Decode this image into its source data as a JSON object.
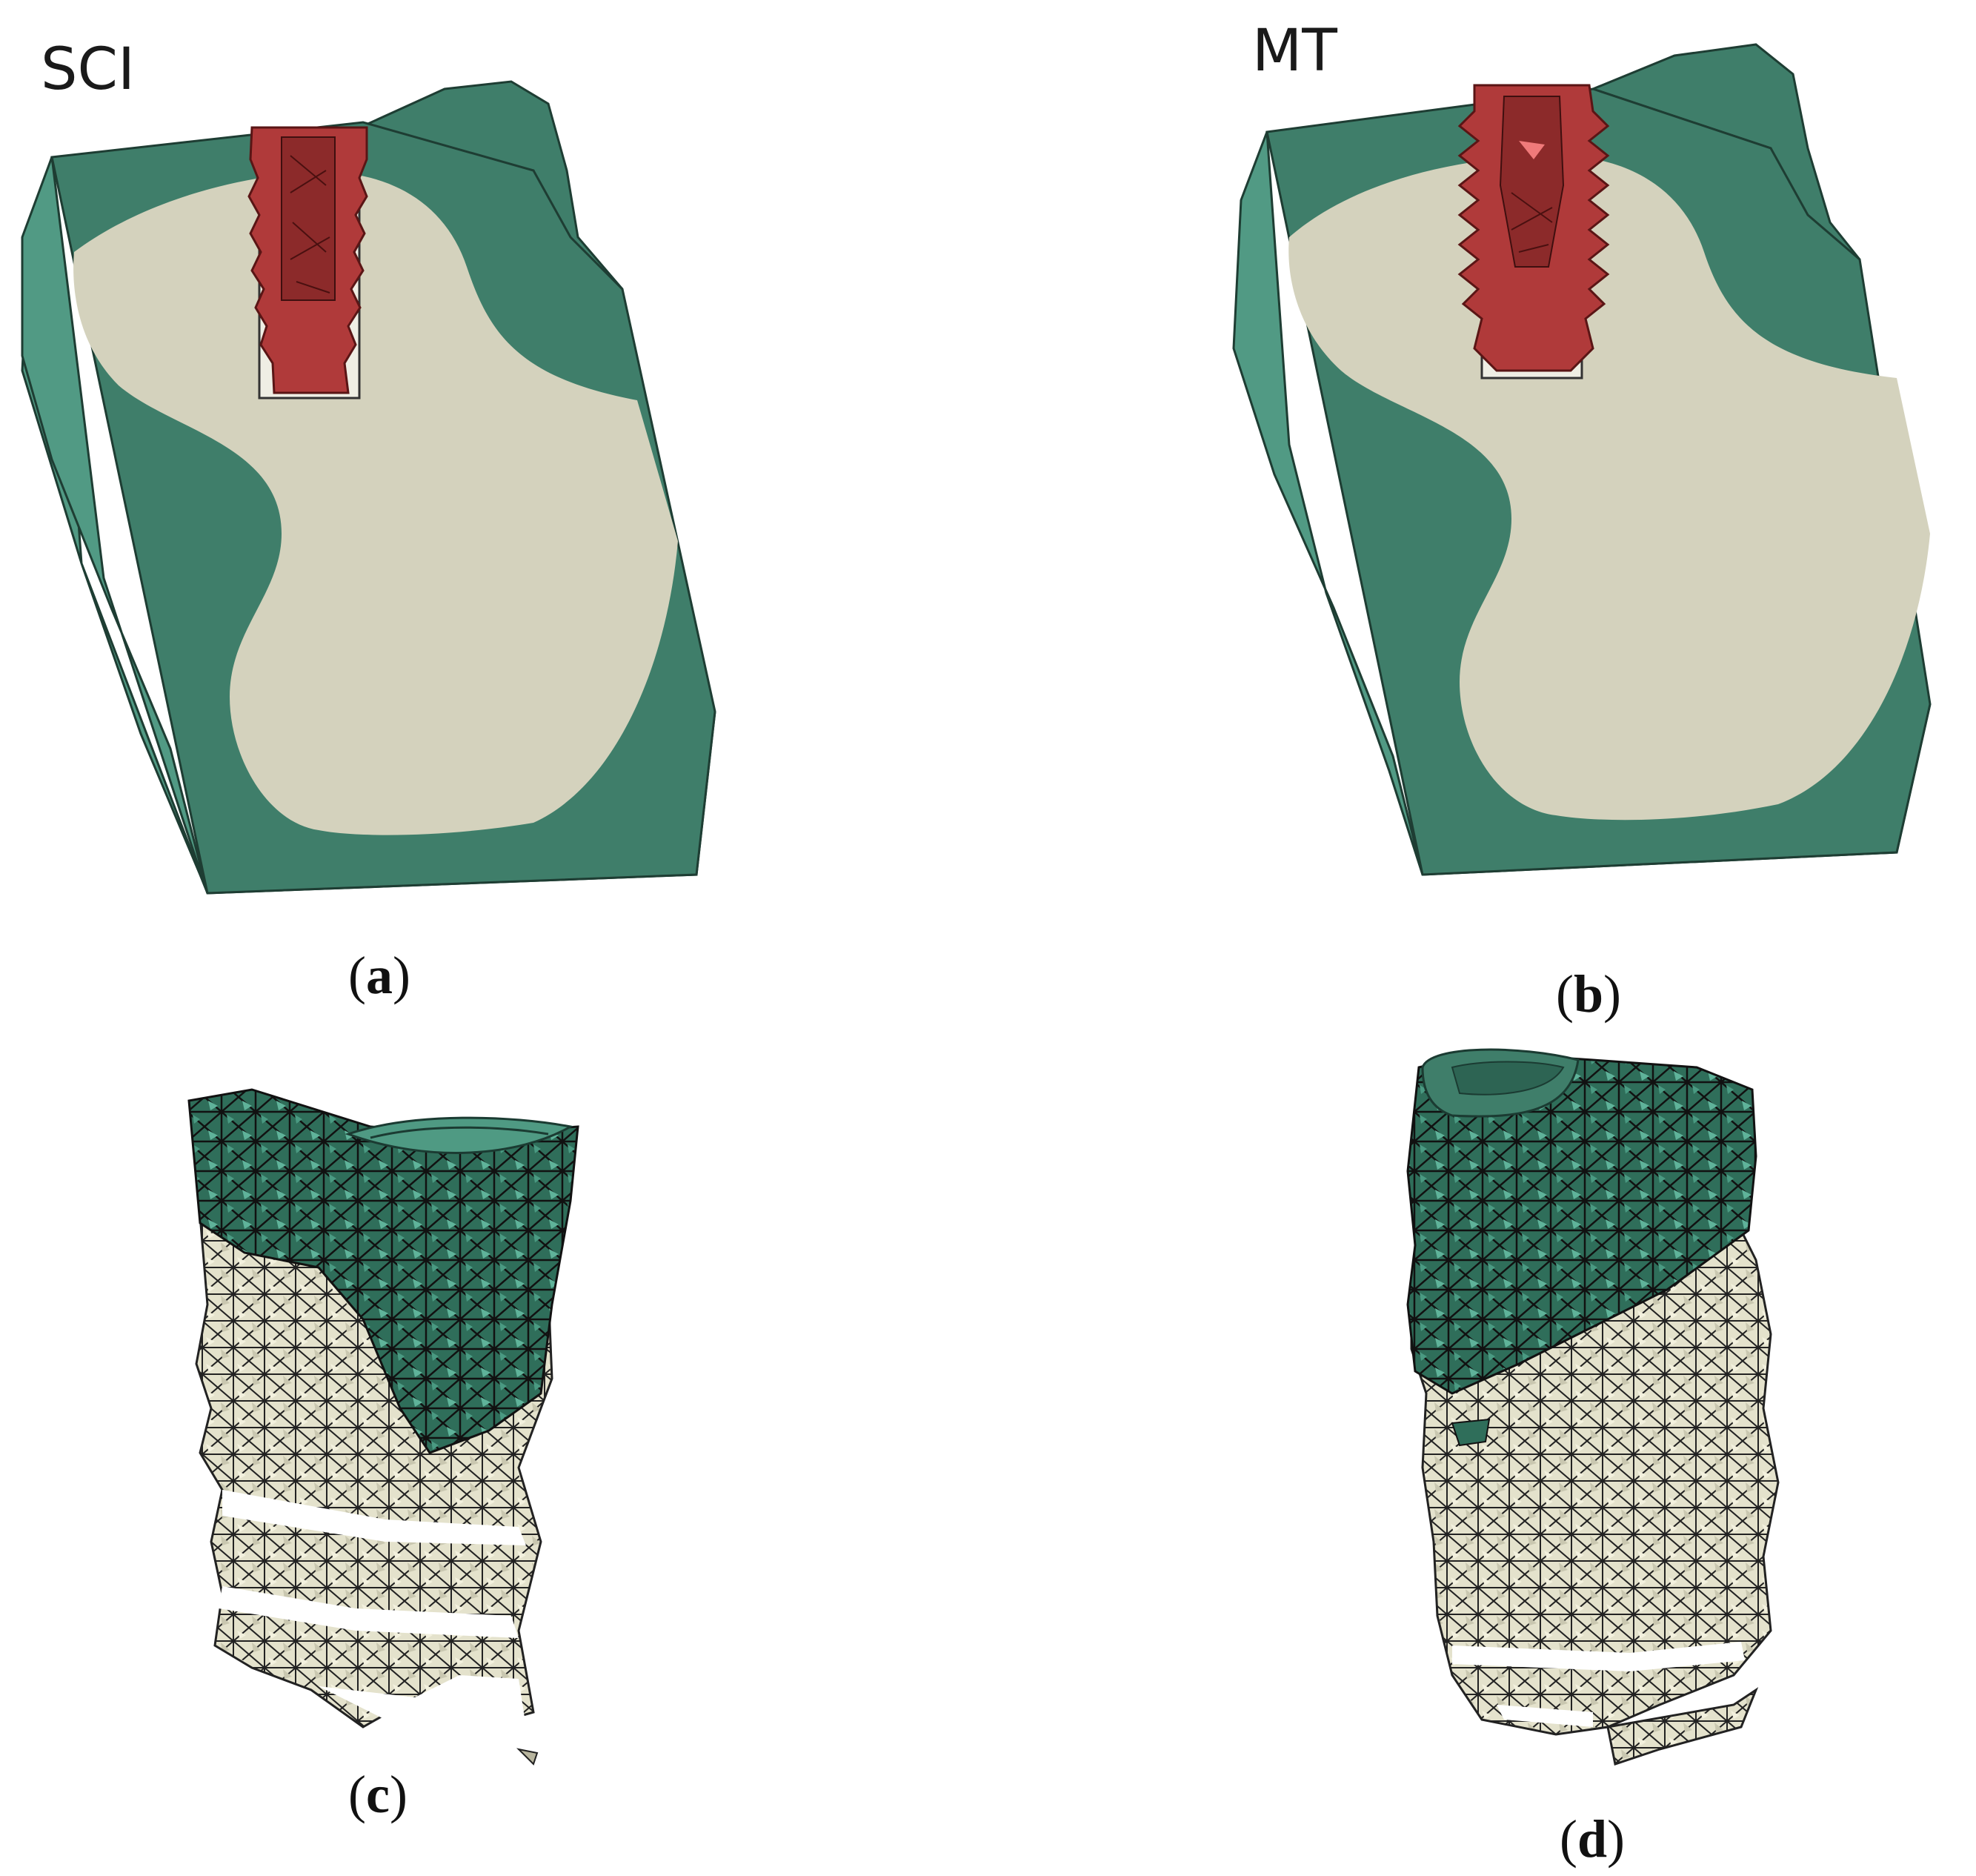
{
  "panels": {
    "a": {
      "model_label": "SCI",
      "caption_open": "(",
      "caption_letter": "a",
      "caption_close": ")"
    },
    "b": {
      "model_label": "MT",
      "caption_open": "(",
      "caption_letter": "b",
      "caption_close": ")"
    },
    "c": {
      "caption_open": "(",
      "caption_letter": "c",
      "caption_close": ")"
    },
    "d": {
      "caption_open": "(",
      "caption_letter": "d",
      "caption_close": ")"
    }
  },
  "colors": {
    "cortical_bone": "#3f7e6a",
    "cortical_bone_side": "#519a84",
    "cancellous_bone": "#d4d2bd",
    "implant": "#b03a3a",
    "implant_dark": "#7e2323",
    "mesh_cortical": "#2f6e5a",
    "mesh_cancellous": "#e8e6d2",
    "mesh_edge": "#1a1a1a"
  },
  "icons": {
    "panel_a": "bone-block-section-icon",
    "panel_b": "bone-block-section-icon",
    "panel_c": "meshed-bone-interface-icon",
    "panel_d": "meshed-bone-interface-icon"
  }
}
